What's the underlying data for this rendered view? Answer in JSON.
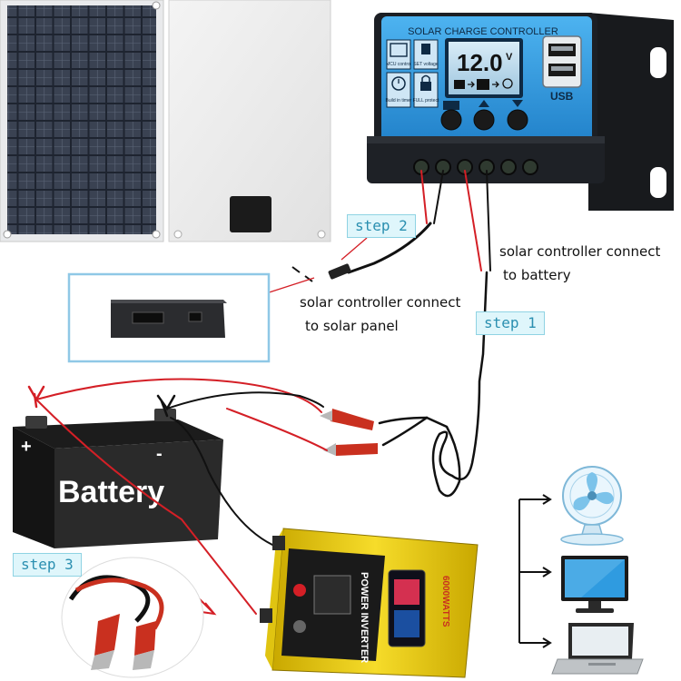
{
  "colors": {
    "cable_red": "#d41f26",
    "cable_black": "#111111",
    "controller_blue": "#2b9fe6",
    "step_text": "#2a8fb0",
    "step_bg": "#dff6fb",
    "inverter_yellow": "#f2d21b"
  },
  "controller": {
    "title": "SOLAR CHARGE CONTROLLER",
    "voltage": "12.0",
    "voltage_unit": "V",
    "icons": [
      {
        "label": "MCU control"
      },
      {
        "label": "SET voltage"
      },
      {
        "label": "Build in timer"
      },
      {
        "label": "FULL protect"
      }
    ],
    "usb_label": "USB"
  },
  "battery": {
    "label": "Battery",
    "plus": "+",
    "minus": "-"
  },
  "inverter": {
    "brand": "POWER INVERTER",
    "rating": "6000WATTS"
  },
  "annotations": {
    "step1": "step 1",
    "step2": "step 2",
    "step3": "step 3",
    "to_battery_line1": "solar controller connect",
    "to_battery_line2": "to battery",
    "to_panel_line1": "solar controller connect",
    "to_panel_line2": "to solar panel"
  },
  "devices": {
    "fan_icon": "desk-fan",
    "monitor_icon": "monitor",
    "laptop_icon": "laptop"
  }
}
